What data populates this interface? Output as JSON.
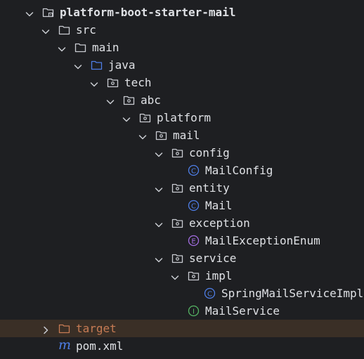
{
  "theme": {
    "background": "#1e1f22",
    "text": "#dfe1e5",
    "excluded_row_background": "#3a2f26",
    "excluded_text": "#c67b54",
    "folder_icon": "#c9ccd2",
    "source_folder_icon": "#4e7ee6",
    "class_icon": "#4e7ee6",
    "enum_icon": "#a26ce0",
    "interface_icon": "#55b363",
    "maven_icon": "#4e7ee6"
  },
  "project_tree": {
    "nodes": [
      {
        "label": "platform-boot-starter-mail",
        "depth": 0,
        "expanded": true,
        "icon": "module-folder-icon",
        "bold": true
      },
      {
        "label": "src",
        "depth": 1,
        "expanded": true,
        "icon": "folder-icon"
      },
      {
        "label": "main",
        "depth": 2,
        "expanded": true,
        "icon": "folder-icon"
      },
      {
        "label": "java",
        "depth": 3,
        "expanded": true,
        "icon": "source-root-folder-icon"
      },
      {
        "label": "tech",
        "depth": 4,
        "expanded": true,
        "icon": "package-icon"
      },
      {
        "label": "abc",
        "depth": 5,
        "expanded": true,
        "icon": "package-icon"
      },
      {
        "label": "platform",
        "depth": 6,
        "expanded": true,
        "icon": "package-icon"
      },
      {
        "label": "mail",
        "depth": 7,
        "expanded": true,
        "icon": "package-icon"
      },
      {
        "label": "config",
        "depth": 8,
        "expanded": true,
        "icon": "package-icon"
      },
      {
        "label": "MailConfig",
        "depth": 9,
        "icon": "class-icon",
        "letter": "C"
      },
      {
        "label": "entity",
        "depth": 8,
        "expanded": true,
        "icon": "package-icon"
      },
      {
        "label": "Mail",
        "depth": 9,
        "icon": "class-icon",
        "letter": "C"
      },
      {
        "label": "exception",
        "depth": 8,
        "expanded": true,
        "icon": "package-icon"
      },
      {
        "label": "MailExceptionEnum",
        "depth": 9,
        "icon": "enum-icon",
        "letter": "E"
      },
      {
        "label": "service",
        "depth": 8,
        "expanded": true,
        "icon": "package-icon"
      },
      {
        "label": "impl",
        "depth": 9,
        "expanded": true,
        "icon": "package-icon"
      },
      {
        "label": "SpringMailServiceImpl",
        "depth": 10,
        "icon": "class-icon",
        "letter": "C"
      },
      {
        "label": "MailService",
        "depth": 9,
        "icon": "interface-icon",
        "letter": "I"
      },
      {
        "label": "target",
        "depth": 1,
        "expanded": false,
        "icon": "excluded-folder-icon",
        "excluded": true
      },
      {
        "label": "pom.xml",
        "depth": 1,
        "icon": "maven-icon",
        "letter": "m"
      }
    ]
  }
}
